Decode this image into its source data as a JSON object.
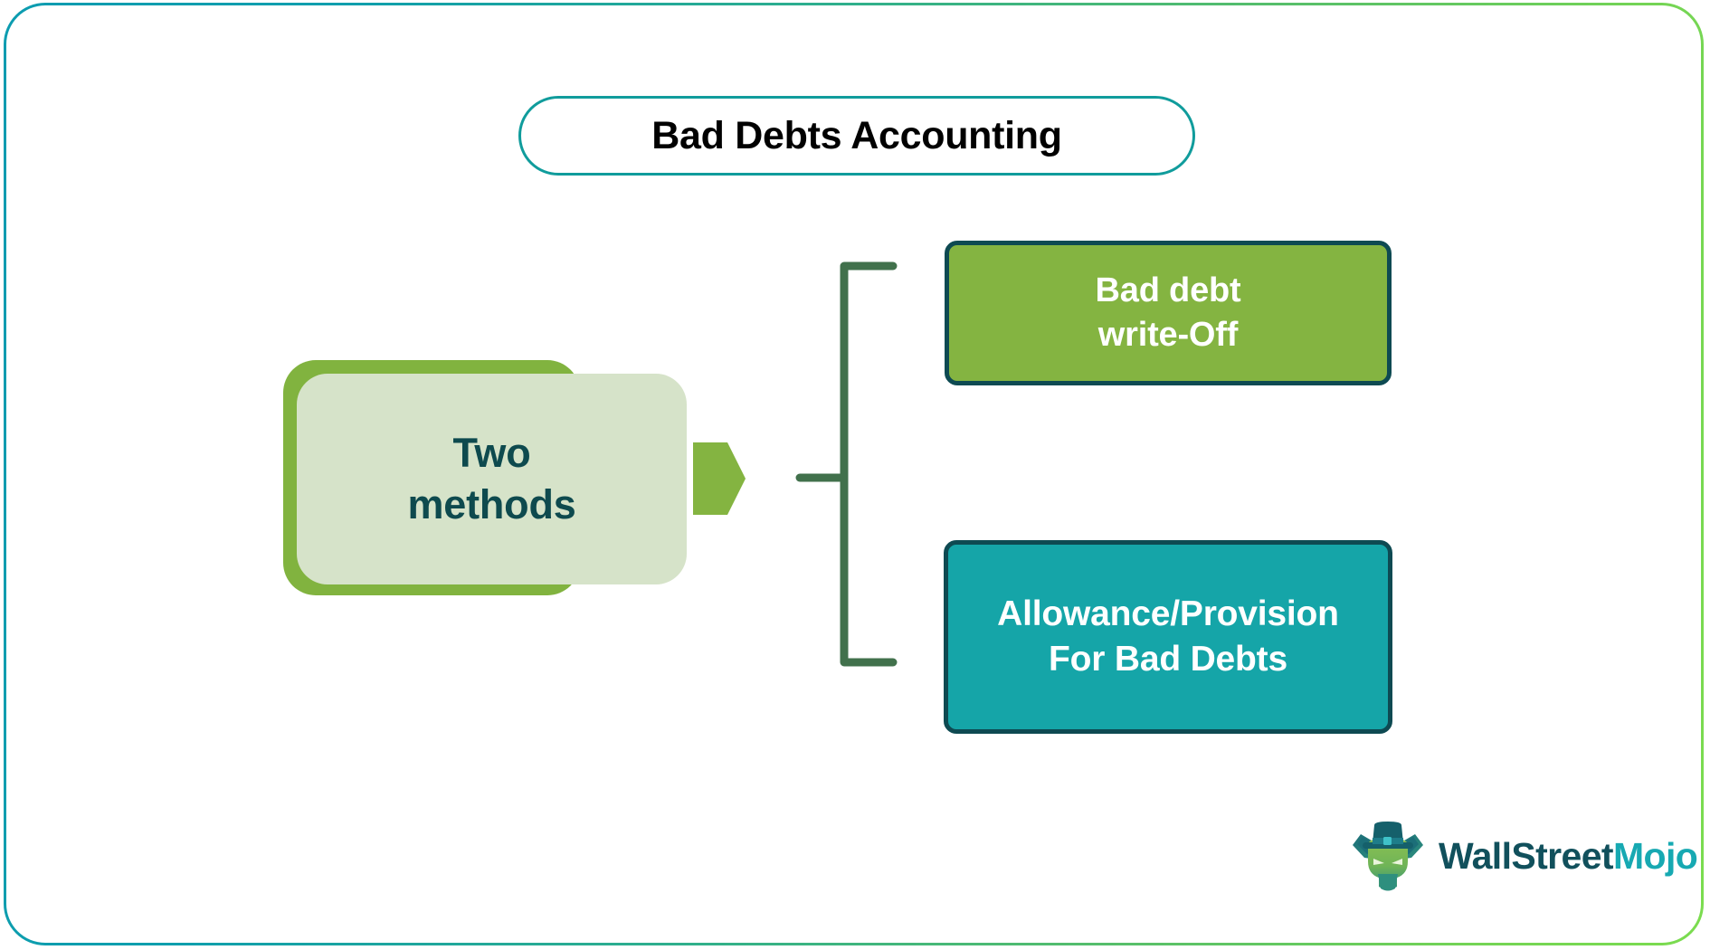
{
  "page": {
    "title": "Bad Debts Accounting",
    "background": "#FFFFFF",
    "frame_gradient_start": "#0C9CB0",
    "frame_gradient_end": "#7BDC4F"
  },
  "diagram": {
    "type": "tree-split",
    "root": {
      "label": "Two\nmethods",
      "back_color": "#81B33F",
      "front_color": "#D6E3C9",
      "text_color": "#0E4A4E",
      "arrow_color": "#84B441",
      "arrow_icon": "arrow-right-icon"
    },
    "connector": {
      "color": "#41714C",
      "style": "bracket",
      "branches": 2
    },
    "branches": [
      {
        "label": "Bad debt\nwrite-Off",
        "fill": "#84B441",
        "border": "#0E4A52",
        "text_color": "#FFFFFF"
      },
      {
        "label": "Allowance/Provision\nFor Bad Debts",
        "fill": "#15A5A8",
        "border": "#0E4A52",
        "text_color": "#FFFFFF"
      }
    ]
  },
  "title_pill": {
    "text": "Bad Debts Accounting",
    "border_color": "#109C9C",
    "text_color": "#010101"
  },
  "logo": {
    "mark": "bull-mascot-icon",
    "word_primary": "WallStreet",
    "word_accent": "Mojo",
    "primary_color": "#11505C",
    "accent_color": "#17A9B2"
  }
}
